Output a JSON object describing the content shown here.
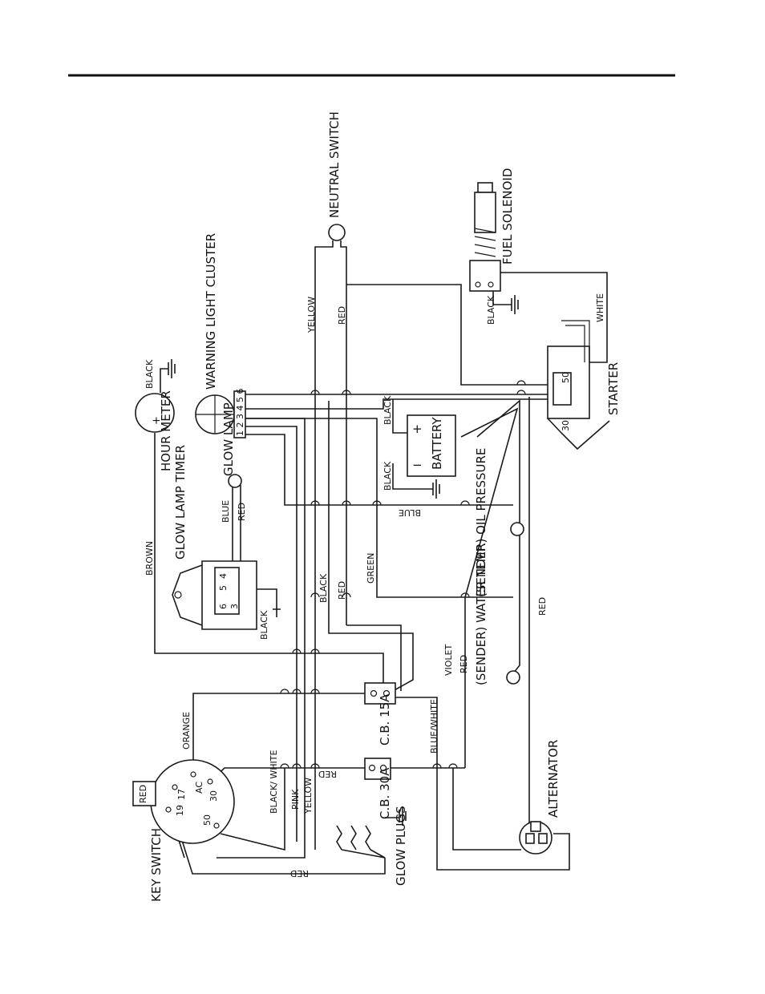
{
  "components": {
    "neutral_switch": "NEUTRAL SWITCH",
    "fuel_solenoid": "FUEL SOLENOID",
    "warning_light_cluster": "WARNING LIGHT CLUSTER",
    "warning_light_terminals": "1 2 3 4 5 6",
    "hour_meter": "HOUR METER",
    "glow_lamp": "GLOW LAMP",
    "glow_lamp_timer": "GLOW LAMP TIMER",
    "timer_pins": [
      "4",
      "5",
      "6",
      "3"
    ],
    "battery": "BATTERY",
    "starter": "STARTER",
    "starter_terminal_50": "50",
    "starter_terminal_30": "30",
    "oil_pressure_sender": "(SENDER) OIL PRESSURE",
    "water_temp_sender": "(SENDER) WATER TEMP.",
    "cb_15a": "C.B. 15A",
    "cb_30a": "C.B. 30A",
    "key_switch": "KEY SWITCH",
    "key_switch_terminals": [
      "17",
      "AC",
      "30",
      "19",
      "50"
    ],
    "glow_plugs": "GLOW PLUGS",
    "alternator": "ALTERNATOR"
  },
  "wires": {
    "yellow": "YELLOW",
    "red": "RED",
    "black": "BLACK",
    "white": "WHITE",
    "blue": "BLUE",
    "green": "GREEN",
    "brown": "BROWN",
    "orange": "ORANGE",
    "violet": "VIOLET",
    "pink": "PINK",
    "black_white": "BLACK/ WHITE",
    "blue_white": "BLUE/WHITE"
  },
  "symbols": {
    "plus": "+",
    "minus": "−"
  }
}
